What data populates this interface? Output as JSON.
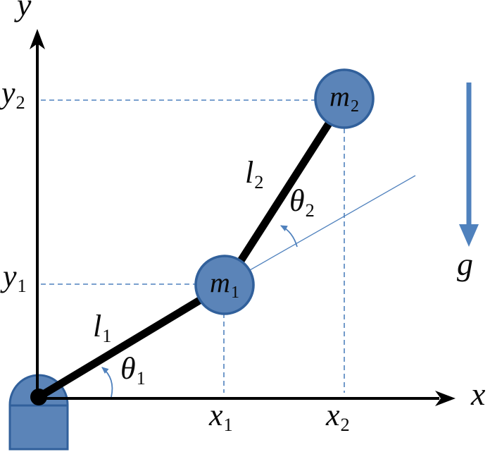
{
  "labels": {
    "axis_y": {
      "base": "y",
      "sub": ""
    },
    "axis_x": {
      "base": "x",
      "sub": ""
    },
    "y2": {
      "base": "y",
      "sub": "2"
    },
    "y1": {
      "base": "y",
      "sub": "1"
    },
    "x1": {
      "base": "x",
      "sub": "1"
    },
    "x2": {
      "base": "x",
      "sub": "2"
    },
    "mass1": {
      "base": "m",
      "sub": "1"
    },
    "mass2": {
      "base": "m",
      "sub": "2"
    },
    "length1": {
      "base": "l",
      "sub": "1"
    },
    "length2": {
      "base": "l",
      "sub": "2"
    },
    "theta1": {
      "base": "θ",
      "sub": "1"
    },
    "theta2": {
      "base": "θ",
      "sub": "2"
    },
    "gravity": {
      "base": "g",
      "sub": ""
    }
  },
  "colors": {
    "accent_blue": "#4f81bd",
    "node_fill": "#5b84b8",
    "node_stroke": "#31609b",
    "ink": "#000000"
  }
}
